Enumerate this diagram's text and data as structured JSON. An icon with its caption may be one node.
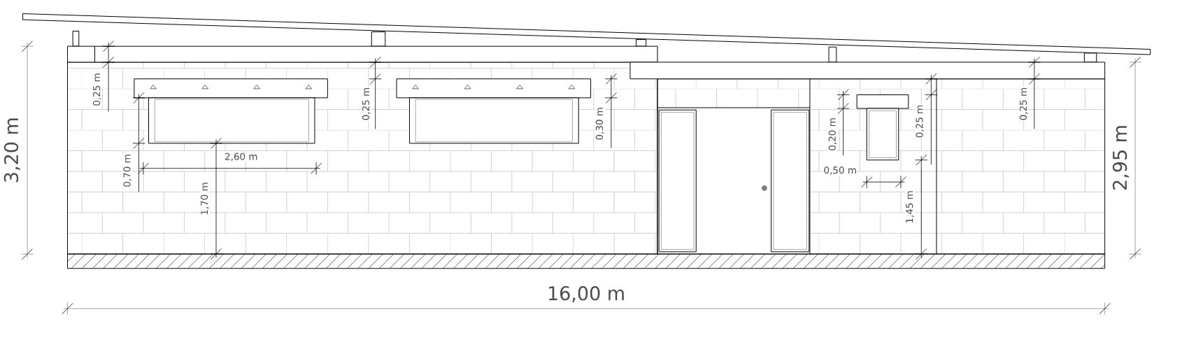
{
  "diagram": {
    "labels": [
      "3,20 m",
      "0,25 m",
      "0,25 m",
      "0,30 m",
      "0,20 m",
      "0,25 m",
      "0,25 m",
      "2,95 m",
      "0,70 m",
      "2,60 m",
      "0,50 m",
      "1,70 m",
      "1,45 m",
      "16,00 m"
    ]
  }
}
